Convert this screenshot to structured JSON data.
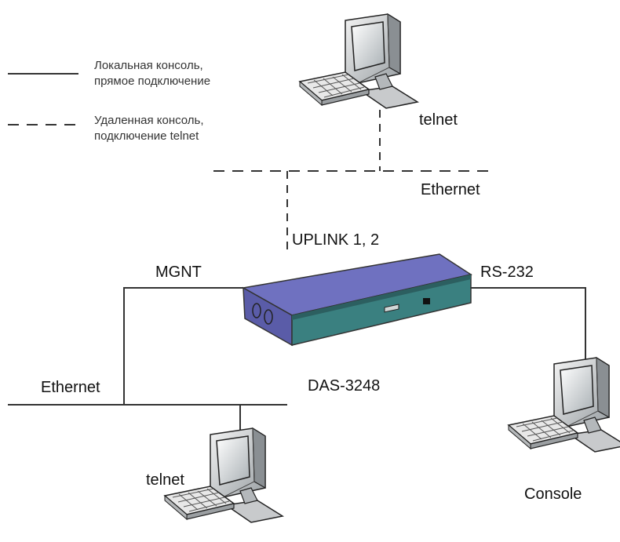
{
  "legend": {
    "solid_line_text": [
      "Локальная консоль,",
      "прямое подключение"
    ],
    "dashed_line_text": [
      "Удаленная консоль,",
      "подключение telnet"
    ]
  },
  "labels": {
    "telnet_top": "telnet",
    "ethernet_top": "Ethernet",
    "uplink": "UPLINK 1, 2",
    "mgnt": "MGNT",
    "rs232": "RS-232",
    "device": "DAS-3248",
    "ethernet_left": "Ethernet",
    "telnet_bottom": "telnet",
    "console": "Console"
  },
  "icons": {
    "computers": [
      "computer-icon-top",
      "computer-icon-bottom",
      "computer-icon-console"
    ],
    "switch": "das-switch-icon"
  },
  "colors": {
    "switch_top": "#6f71c0",
    "switch_front": "#3a8080",
    "line": "#333333"
  }
}
